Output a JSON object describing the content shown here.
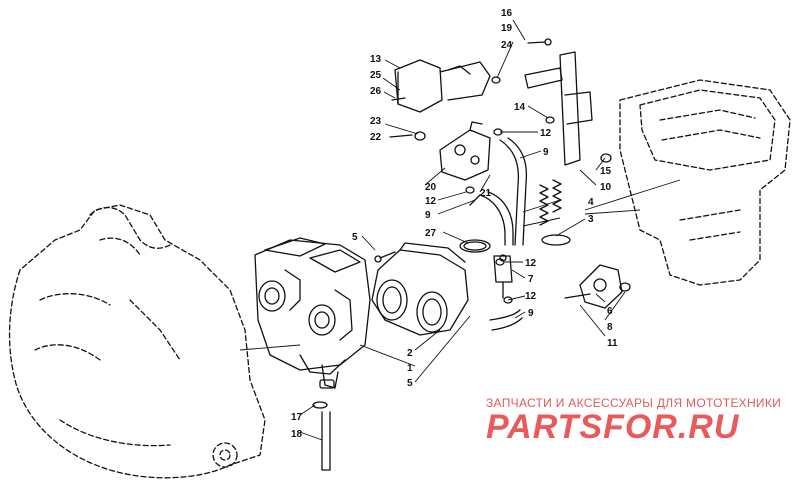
{
  "diagram": {
    "part_labels": [
      "16",
      "19",
      "24",
      "13",
      "25",
      "26",
      "23",
      "22",
      "14",
      "12",
      "9",
      "15",
      "10",
      "20",
      "21",
      "12",
      "9",
      "27",
      "4",
      "3",
      "5",
      "12",
      "7",
      "12",
      "9",
      "6",
      "8",
      "11",
      "2",
      "1",
      "5",
      "17",
      "18"
    ]
  },
  "watermark": {
    "tagline": "ЗАПЧАСТИ И АКСЕССУАРЫ ДЛЯ МОТОТЕХНИКИ",
    "logo_text": "PARTSFOR.RU"
  }
}
